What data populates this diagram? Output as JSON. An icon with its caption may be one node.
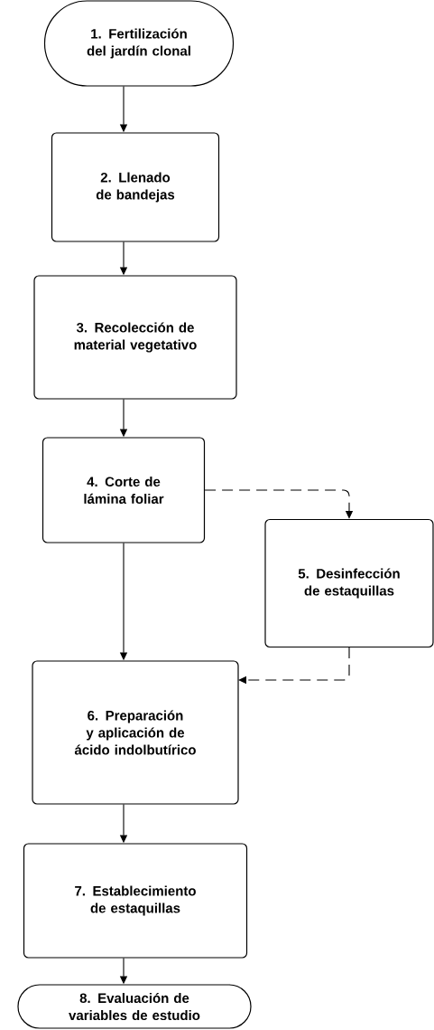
{
  "diagram": {
    "nodes": [
      {
        "text": [
          "1. Fertilización del jardín clonal"
        ]
      },
      {
        "text": [
          "2. Llenado de bandejas"
        ]
      },
      {
        "text": [
          "3. Recolección de material vegetativo"
        ]
      },
      {
        "text": [
          "4. Corte de lámina foliar"
        ]
      },
      {
        "text": [
          "5. Desinfección de estaquillas"
        ]
      },
      {
        "text": [
          "6. Preparación y aplicación de ácido indolbutírico"
        ]
      },
      {
        "text": [
          "7. Establecimiento de estaquillas"
        ]
      },
      {
        "text": [
          "8. Evaluación de variables de estudio"
        ]
      }
    ],
    "edges": [
      {
        "from": 0,
        "to": 1,
        "arrow": "to"
      },
      {
        "from": 1,
        "to": 2,
        "arrow": "to"
      },
      {
        "from": 2,
        "to": 3,
        "arrow": "to"
      },
      {
        "from": 3,
        "to": 4,
        "arrow": "to",
        "style": "dashed"
      },
      {
        "from": 3,
        "to": 5,
        "arrow": "to"
      },
      {
        "from": 4,
        "to": 5,
        "arrow": "to",
        "style": "dashed"
      },
      {
        "from": 5,
        "to": 6,
        "arrow": "to"
      },
      {
        "from": 6,
        "to": 7,
        "arrow": "to"
      }
    ]
  }
}
